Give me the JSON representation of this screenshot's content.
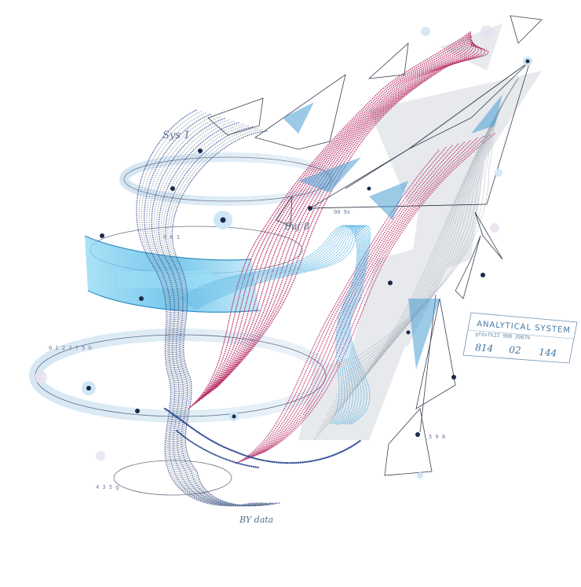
{
  "labels": {
    "sys": "Sys 1",
    "buf": "Buf 8",
    "data": "BY data",
    "code_top": "00 9s",
    "code_left": "0 1 2 3 7 5 h",
    "code_ring": "0 0 1",
    "code_bottom_left": "4 3 5 g",
    "code_right": "5 9 8"
  },
  "panel": {
    "title": "ANALYTICAL SYSTEM",
    "subtitle": "gfdsfh22 998 3987k",
    "numbers": [
      "814",
      "02",
      "144"
    ]
  },
  "colors": {
    "magenta": "#b4245e",
    "navy": "#1d3a8a",
    "sky": "#3fa7dd",
    "grey": "#9aa3ad",
    "band": "#5ec3ec"
  }
}
